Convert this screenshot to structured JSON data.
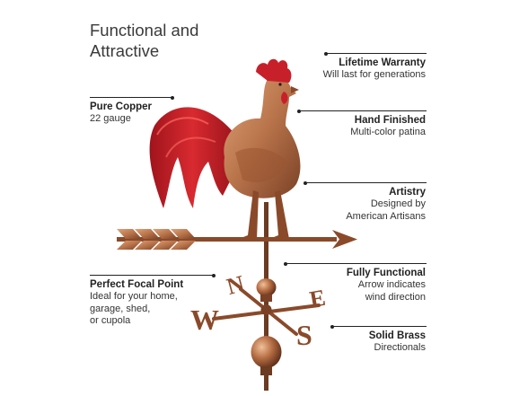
{
  "title": {
    "line1": "Functional and",
    "line2": "Attractive"
  },
  "callouts": {
    "warranty": {
      "heading": "Lifetime Warranty",
      "sub": "Will last for generations"
    },
    "copper": {
      "heading": "Pure Copper",
      "sub": "22 gauge"
    },
    "finished": {
      "heading": "Hand Finished",
      "sub": "Multi-color patina"
    },
    "artistry": {
      "heading": "Artistry",
      "sub1": "Designed by",
      "sub2": "American Artisans"
    },
    "focal": {
      "heading": "Perfect Focal Point",
      "sub1": "Ideal for your home,",
      "sub2": "garage, shed,",
      "sub3": "or cupola"
    },
    "functional": {
      "heading": "Fully Functional",
      "sub1": "Arrow indicates",
      "sub2": "wind direction"
    },
    "brass": {
      "heading": "Solid Brass",
      "sub": "Directionals"
    }
  },
  "directions": {
    "n": "N",
    "s": "S",
    "e": "E",
    "w": "W"
  },
  "colors": {
    "copper": "#b8734a",
    "copper_dark": "#7a4126",
    "red": "#c8202a",
    "line": "#222222"
  }
}
